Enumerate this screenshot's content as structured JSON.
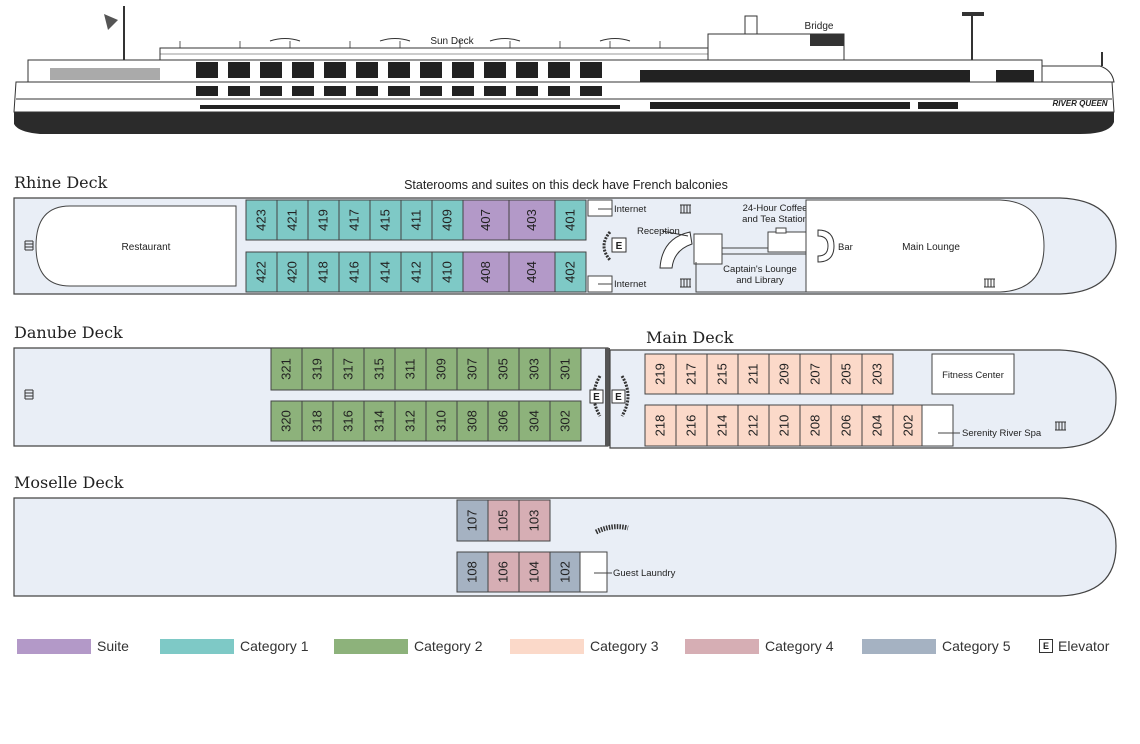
{
  "ship": {
    "sun_deck_label": "Sun Deck",
    "bridge_label": "Bridge",
    "ship_name": "RIVER QUEEN"
  },
  "rhine": {
    "title": "Rhine Deck",
    "note": "Staterooms and suites on this deck have French balconies",
    "top_rooms": [
      "423",
      "421",
      "419",
      "417",
      "415",
      "411",
      "409",
      "407",
      "403",
      "401"
    ],
    "bottom_rooms": [
      "422",
      "420",
      "418",
      "416",
      "414",
      "412",
      "410",
      "408",
      "404",
      "402"
    ],
    "restaurant": "Restaurant",
    "internet_top": "Internet",
    "internet_bottom": "Internet",
    "reception": "Reception",
    "coffee_line1": "24-Hour Coffee",
    "coffee_line2": "and Tea Station",
    "lounge_lib_line1": "Captain's Lounge",
    "lounge_lib_line2": "and Library",
    "bar": "Bar",
    "main_lounge": "Main Lounge",
    "elevator": "E"
  },
  "danube": {
    "title": "Danube Deck",
    "top_rooms": [
      "321",
      "319",
      "317",
      "315",
      "311",
      "309",
      "307",
      "305",
      "303",
      "301"
    ],
    "bottom_rooms": [
      "320",
      "318",
      "316",
      "314",
      "312",
      "310",
      "308",
      "306",
      "304",
      "302"
    ],
    "elevator": "E"
  },
  "main": {
    "title": "Main Deck",
    "top_rooms": [
      "219",
      "217",
      "215",
      "211",
      "209",
      "207",
      "205",
      "203"
    ],
    "bottom_rooms": [
      "218",
      "216",
      "214",
      "212",
      "210",
      "208",
      "206",
      "204",
      "202"
    ],
    "fitness": "Fitness Center",
    "spa": "Serenity River Spa",
    "elevator": "E"
  },
  "moselle": {
    "title": "Moselle Deck",
    "top_rooms": [
      "107",
      "105",
      "103"
    ],
    "bottom_rooms": [
      "108",
      "106",
      "104",
      "102"
    ],
    "laundry": "Guest Laundry"
  },
  "legend": {
    "suite": "Suite",
    "cat1": "Category 1",
    "cat2": "Category 2",
    "cat3": "Category 3",
    "cat4": "Category 4",
    "cat5": "Category 5",
    "elevator_symbol": "E",
    "elevator": "Elevator"
  },
  "colors": {
    "suite": "#b399c8",
    "cat1": "#7ec9c6",
    "cat2": "#8db27b",
    "cat3": "#fbd9c9",
    "cat4": "#d6aeb4",
    "cat5": "#a5b2c2",
    "hull": "#e9eef6",
    "outline": "#444444"
  }
}
